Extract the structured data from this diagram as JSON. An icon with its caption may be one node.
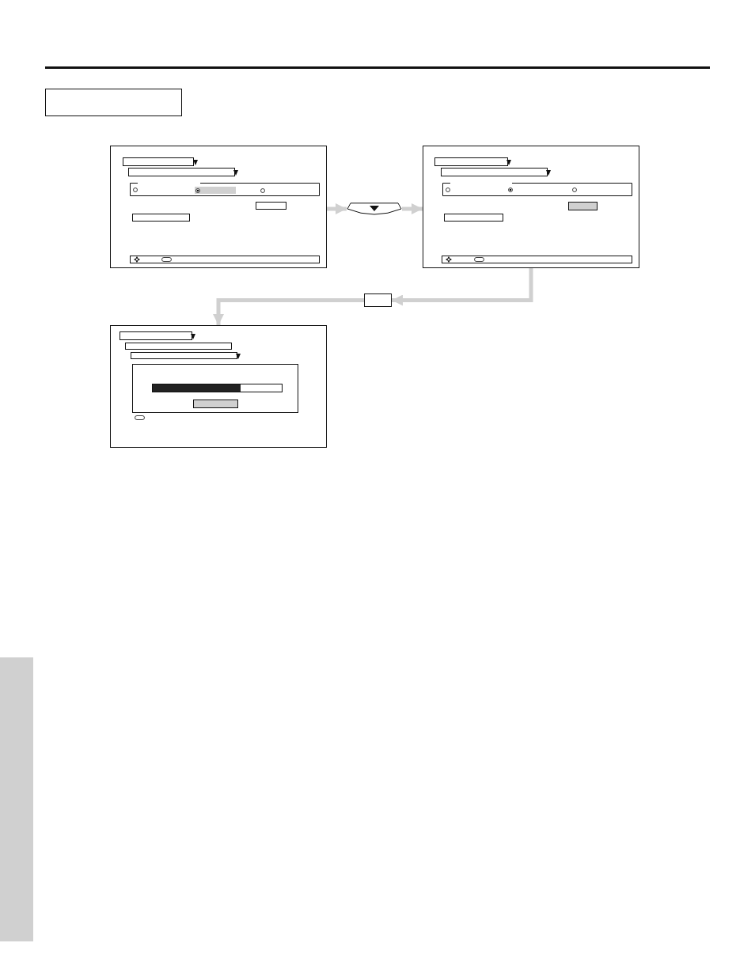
{
  "diagram": {
    "nodes": [
      {
        "text": [],
        "shape": "box"
      },
      {
        "text": [],
        "shape": "box"
      },
      {
        "text": [],
        "shape": "button"
      },
      {
        "text": [],
        "shape": "box"
      },
      {
        "text": [],
        "shape": "box"
      },
      {
        "text": [],
        "shape": "box"
      },
      {
        "text": [],
        "shape": "bar"
      }
    ],
    "edges": [
      {
        "from": 1,
        "to": 2,
        "arrow": "to"
      },
      {
        "from": 2,
        "to": 3,
        "arrow": "to"
      },
      {
        "from": 3,
        "to": 4,
        "arrow": "to"
      },
      {
        "from": 4,
        "to": 5,
        "arrow": "to"
      }
    ]
  }
}
